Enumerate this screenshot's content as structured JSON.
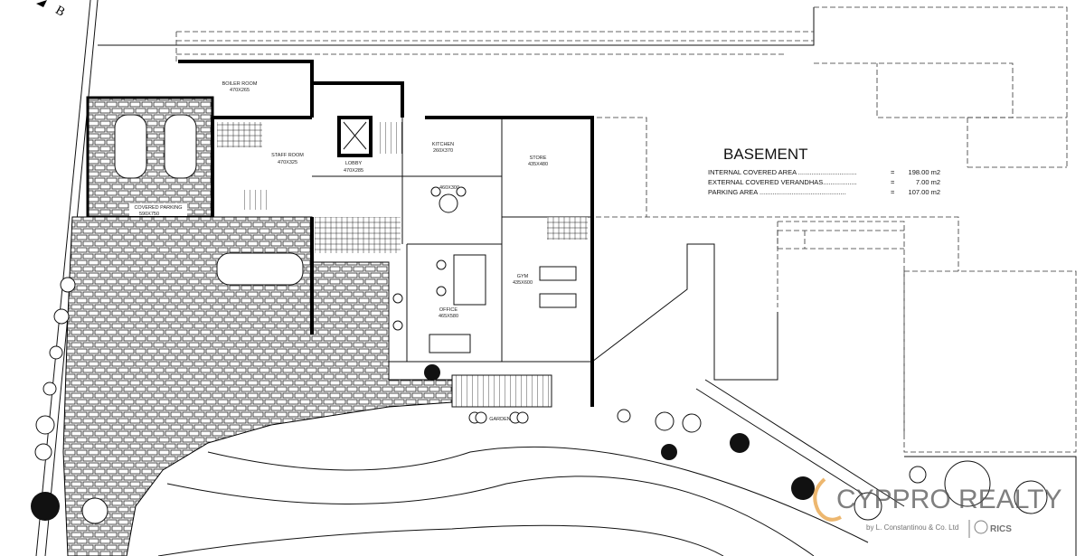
{
  "plan": {
    "north_letter": "B",
    "title": "BASEMENT",
    "areas": [
      {
        "label": "INTERNAL COVERED AREA ...............................",
        "eq": "=",
        "value": "198.00 m2"
      },
      {
        "label": "EXTERNAL COVERED VERANDHAS..................",
        "eq": "=",
        "value": "7.00 m2"
      },
      {
        "label": "PARKING AREA ..............................................",
        "eq": "=",
        "value": "107.00 m2"
      }
    ],
    "rooms": {
      "boiler": {
        "name": "BOILER ROOM",
        "size": "470X265"
      },
      "staff": {
        "name": "STAFF ROOM",
        "size": "470X325"
      },
      "lobby": {
        "name": "LOBBY",
        "size": "470X285"
      },
      "kitchen": {
        "name": "KITCHEN",
        "size": "260X370"
      },
      "dining": {
        "size": "460X300"
      },
      "store": {
        "name": "STORE",
        "size": "435X480"
      },
      "gym": {
        "name": "GYM",
        "size": "435X600"
      },
      "office": {
        "name": "OFFICE",
        "size": "465X580"
      },
      "parking": {
        "name": "COVERED PARKING",
        "size": "590X750"
      },
      "garden": {
        "name": "GARDEN"
      }
    }
  },
  "watermark": {
    "brand": "CYPPRO REALTY",
    "company": "by L. Constantinou & Co. Ltd",
    "affiliation": "RICS",
    "accent": "#e8a040"
  }
}
